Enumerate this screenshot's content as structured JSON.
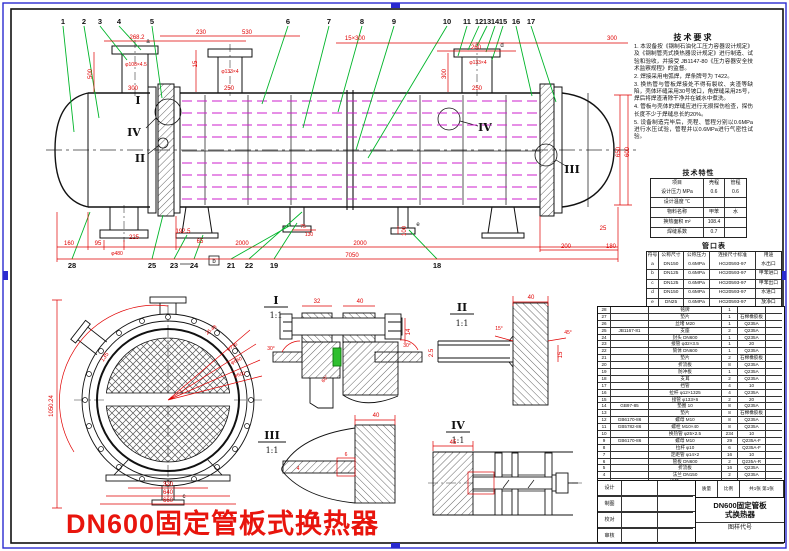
{
  "red_title": "DN600固定管板式换热器",
  "colors": {
    "dimension": "#e00000",
    "leader": "#00b52a",
    "tube": "#cc1fcc",
    "gasket": "#2fbf2f",
    "title_red": "#e8150d",
    "frame_blue": "#2a2ad0"
  },
  "callouts": {
    "top": [
      "1",
      "2",
      "3",
      "4",
      "5",
      "6",
      "7",
      "8",
      "9",
      "10",
      "11",
      "12",
      "13",
      "14",
      "15",
      "16",
      "17"
    ],
    "bottom": [
      "28",
      "25",
      "23",
      "24",
      "21",
      "22",
      "19",
      "18"
    ]
  },
  "nozzle_tags": {
    "a": "a",
    "b": "b",
    "c": "c",
    "d": "d",
    "e": "e"
  },
  "view_labels": {
    "i": "I",
    "ii": "II",
    "iii": "III",
    "iv": "IV",
    "scale": "1:1"
  },
  "dims_main": [
    "268.2",
    "230",
    "530",
    "300",
    "φ108×4.5",
    "250",
    "φ133×4",
    "15",
    "500",
    "15×300",
    "300",
    "260",
    "φ133×4",
    "300",
    "250",
    "160",
    "95",
    "φ480",
    "225",
    "192.5",
    "65",
    "2000",
    "2000",
    "7050",
    "75",
    "130",
    "100",
    "650",
    "600",
    "25",
    "200",
    "180"
  ],
  "dims_end": [
    "1050.24",
    "135",
    "25.48",
    "φ715",
    "φ660",
    "φ600",
    "320",
    "640",
    "660"
  ],
  "dims_i": [
    "32",
    "40",
    "14",
    "30°",
    "30°",
    "60°"
  ],
  "dims_ii": [
    "40",
    "2.5",
    "15°",
    "45°",
    "15"
  ],
  "dims_iii": [
    "40",
    "4",
    "6"
  ],
  "dims_iv": [
    "45"
  ],
  "tech_req": {
    "title": "技术要求",
    "lines": [
      "1. 本设备按《钢制石油化工压力容器设计规定》及《钢制管壳式换热器设计规定》进行制造、试验和验收，并接受 JB1147-80《压力容器安全技术监察规程》的监督。",
      "2. 焊接采用电弧焊，焊条牌号为 T422。",
      "3. 换热管与管板焊接处不得有裂纹、夹渣等缺陷，壳体环缝采用30号坡口，角焊缝采用25号，焊后将焊渣清除干净并在碱水中煮洗。",
      "4. 管板与壳体的焊缝应进行无损探伤检查，探伤长度不少于焊缝总长的20%。",
      "5. 设备制造完毕后，壳程、管程分别以0.6MPa进行水压试验，管程并以0.6MPa进行气密性试验。"
    ]
  },
  "tech_char": {
    "title": "技术特性",
    "headers": [
      "项目",
      "壳程",
      "管程"
    ],
    "rows": [
      [
        "设计压力 MPa",
        "0.6",
        "0.6"
      ],
      [
        "设计温度 ℃",
        "",
        ""
      ],
      [
        "物料名称",
        "甲苯",
        "水"
      ],
      [
        "换热面积 m²",
        "108.4",
        ""
      ],
      [
        "焊缝系数",
        "0.7",
        ""
      ]
    ]
  },
  "nozzle_table": {
    "title": "管口表",
    "headers": [
      "符号",
      "公称尺寸",
      "公称压力",
      "连接尺寸标准",
      "用途"
    ],
    "rows": [
      [
        "a",
        "DN150",
        "0.6MPa",
        "HG20593-97",
        "水出口"
      ],
      [
        "b",
        "DN125",
        "0.6MPa",
        "HG20593-97",
        "甲苯进口"
      ],
      [
        "c",
        "DN125",
        "0.6MPa",
        "HG20593-97",
        "甲苯出口"
      ],
      [
        "d",
        "DN150",
        "0.6MPa",
        "HG20593-97",
        "水进口"
      ],
      [
        "e",
        "DN25",
        "0.6MPa",
        "HG20593-97",
        "放净口"
      ]
    ]
  },
  "parts": {
    "headers": [
      "件号",
      "图号或标准号",
      "名称",
      "数量",
      "材料",
      "备注"
    ],
    "rows": [
      [
        "28",
        "",
        "铭牌",
        "1",
        "",
        ""
      ],
      [
        "27",
        "",
        "垫片",
        "1",
        "石棉橡胶板",
        ""
      ],
      [
        "26",
        "",
        "丝堵 M20",
        "1",
        "Q235A",
        ""
      ],
      [
        "25",
        "JB1167-81",
        "支座",
        "2",
        "Q235A",
        ""
      ],
      [
        "24",
        "",
        "封头 DN600",
        "1",
        "Q235A",
        ""
      ],
      [
        "23",
        "",
        "接管 φ32×3.5",
        "1",
        "20",
        ""
      ],
      [
        "22",
        "",
        "筒体 DN600",
        "1",
        "Q235A",
        ""
      ],
      [
        "21",
        "",
        "垫片",
        "2",
        "石棉橡胶板",
        ""
      ],
      [
        "20",
        "",
        "折流板",
        "8",
        "Q235A",
        ""
      ],
      [
        "19",
        "",
        "防冲板",
        "1",
        "Q235A",
        ""
      ],
      [
        "18",
        "",
        "支耳",
        "2",
        "Q235A",
        ""
      ],
      [
        "17",
        "",
        "挡管",
        "4",
        "10",
        ""
      ],
      [
        "16",
        "",
        "拉杆 φ12×1325",
        "4",
        "Q235A",
        ""
      ],
      [
        "15",
        "",
        "接管 φ133×6",
        "2",
        "20",
        ""
      ],
      [
        "14",
        "GB97-85",
        "垫圈 10",
        "8",
        "Q235A",
        ""
      ],
      [
        "13",
        "",
        "垫片",
        "8",
        "石棉橡胶板",
        ""
      ],
      [
        "12",
        "GB6170-86",
        "螺母 M10",
        "8",
        "Q235A",
        ""
      ],
      [
        "11",
        "GB5782-86",
        "螺栓 M10×40",
        "8",
        "Q235A",
        ""
      ],
      [
        "10",
        "",
        "换热管 φ25×2.5",
        "234",
        "10",
        ""
      ],
      [
        "9",
        "GB6170-86",
        "螺母 M10",
        "29",
        "Q235A-F",
        ""
      ],
      [
        "8",
        "",
        "拉杆 φ10",
        "6",
        "Q235A-F",
        ""
      ],
      [
        "7",
        "",
        "定距管 φ14×2",
        "16",
        "10",
        ""
      ],
      [
        "6",
        "",
        "管板 DN600",
        "2",
        "Q235A-R",
        ""
      ],
      [
        "5",
        "",
        "折流板",
        "16",
        "Q235A",
        ""
      ],
      [
        "4",
        "",
        "法兰 DN150",
        "2",
        "Q235A",
        ""
      ],
      [
        "3",
        "",
        "接管 φ159×4.5",
        "2",
        "20",
        ""
      ],
      [
        "2",
        "",
        "筒体 φ630×8",
        "1",
        "Q235A-B",
        ""
      ],
      [
        "1",
        "",
        "封头 DN600",
        "2",
        "Q235A-B",
        ""
      ]
    ]
  },
  "titleblock": {
    "rows": [
      "设计",
      "制图",
      "校对",
      "审核"
    ],
    "labels": {
      "mass": "质量",
      "scale": "比例",
      "sheets": "共1张",
      "sheet_no": "第1张",
      "code": "图样代号"
    },
    "title_line1": "DN600固定管板",
    "title_line2": "式换热器"
  }
}
